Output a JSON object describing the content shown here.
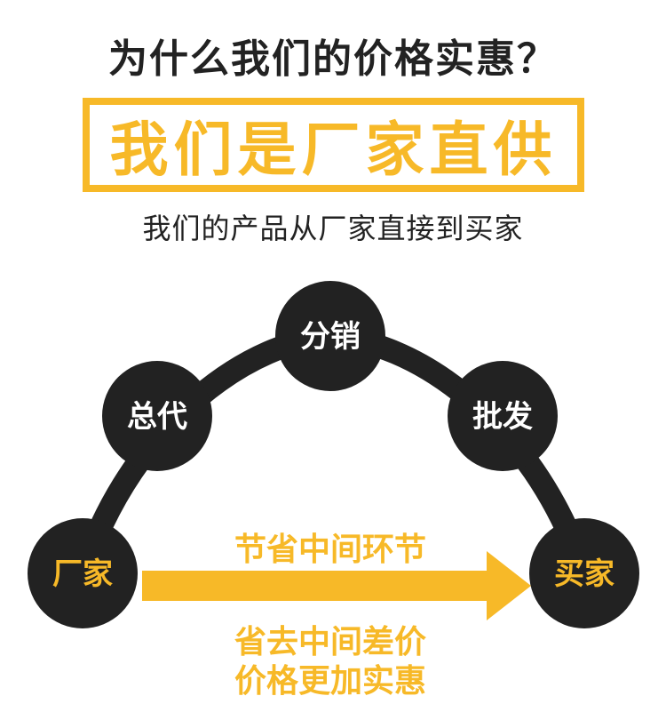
{
  "header": {
    "title": "为什么我们的价格实惠？",
    "banner": "我们是厂家直供",
    "subtitle": "我们的产品从厂家直接到买家"
  },
  "diagram": {
    "nodes": [
      {
        "id": "factory",
        "label": "厂家",
        "text_color": "#f7b928"
      },
      {
        "id": "general-agent",
        "label": "总代",
        "text_color": "#ffffff"
      },
      {
        "id": "distributor",
        "label": "分销",
        "text_color": "#ffffff"
      },
      {
        "id": "wholesale",
        "label": "批发",
        "text_color": "#ffffff"
      },
      {
        "id": "buyer",
        "label": "买家",
        "text_color": "#f7b928"
      }
    ],
    "arrow": {
      "top_label": "节省中间环节",
      "bottom_line1": "省去中间差价",
      "bottom_line2": "价格更加实惠"
    }
  },
  "colors": {
    "accent": "#f7b928",
    "dark": "#222222"
  }
}
